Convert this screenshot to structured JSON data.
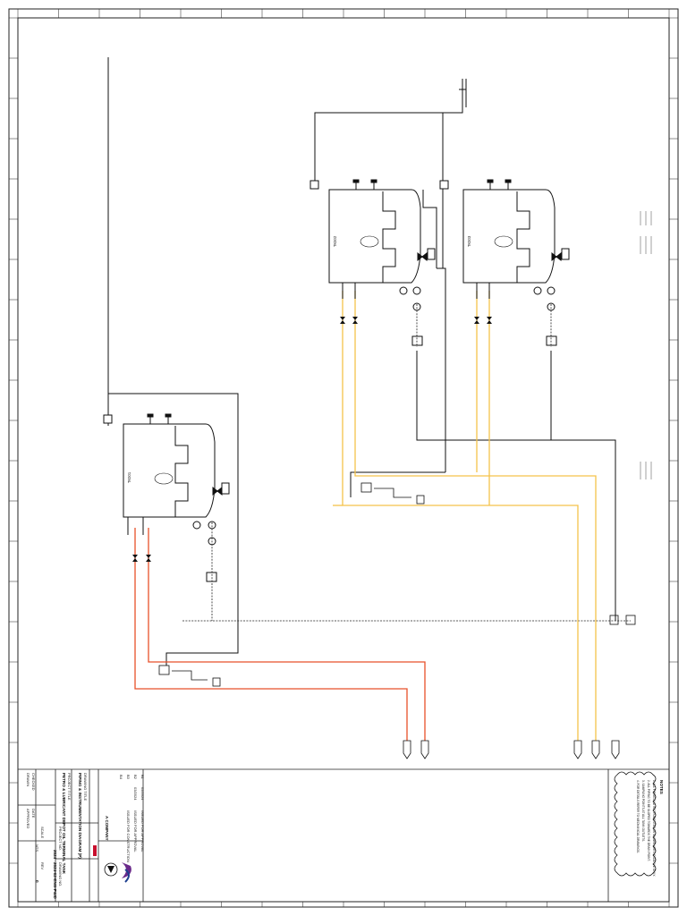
{
  "colors": {
    "line": "#111111",
    "oil_line": "#f5c24a",
    "red_line": "#e8502a",
    "brand_red": "#c8102e",
    "brand_blue": "#1d3f8f",
    "brand_purple": "#6a2a8a"
  },
  "tanks": [
    {
      "id": "TK-001",
      "label": "TK001"
    },
    {
      "id": "TK-002",
      "label": "TK002"
    },
    {
      "id": "TK-003",
      "label": "TK003"
    }
  ],
  "notes": {
    "title": "NOTES",
    "items": [
      "1. ALL PIPING AND INSTRUMENTATION SHOWN ARE INDICATIVE ONLY.",
      "2. ALL PIPING TO BE SLOPED TOWARDS THE DRAIN POINT.",
      "3. SAMPLING POINTS AT ALL TANK OUTLETS.",
      "4. FOR DETAILS REFER TO MECHANICAL DRAWINGS."
    ]
  },
  "title_block": {
    "project_title_label": "PROJECT TITLE",
    "project_title": "PETRO & LUBRICANT DEPOT OIL TERMINAL TANK",
    "drawing_title_label": "DRAWING TITLE",
    "drawing_title": "PIPING & INSTRUMENTATION DIAGRAM (P)",
    "project_no_label": "PROJECT NO.",
    "project_no": "2024",
    "drawing_no_label": "DRAWING NO.",
    "drawing_no": "2024-02-ENG-P&ID",
    "scale_label": "SCALE",
    "scale": "NTS",
    "rev_label": "REV",
    "rev": "0",
    "company_name": "A COMPANY",
    "rows": [
      "DRAWN",
      "CHECKED",
      "APPROVED",
      "DATE"
    ],
    "revisions": [
      {
        "rev": "B1",
        "date": "02/2024",
        "desc": "ISSUED FOR APPROVAL"
      },
      {
        "rev": "B2",
        "date": "03/2024",
        "desc": "ISSUED FOR APPROVAL"
      },
      {
        "rev": "B3",
        "date": "",
        "desc": "ISSUED FOR CONSTRUCTION"
      },
      {
        "rev": "B4",
        "date": "",
        "desc": ""
      }
    ]
  }
}
